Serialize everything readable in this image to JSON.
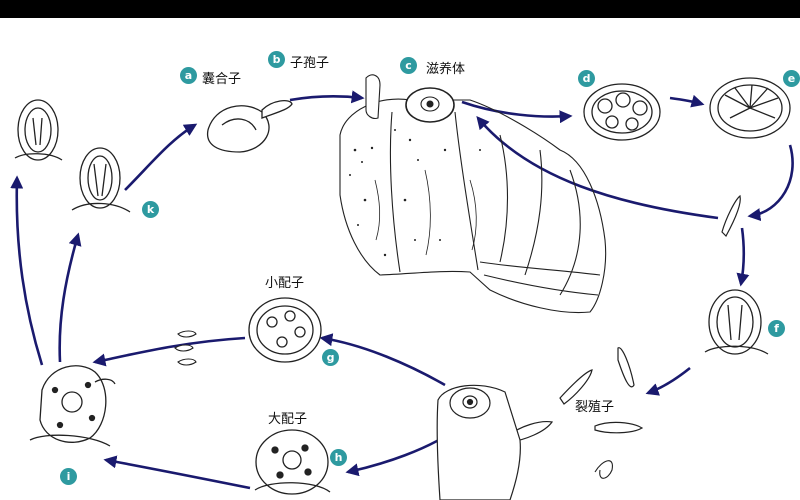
{
  "colors": {
    "arrow": "#1a1a6e",
    "badge": "#2e9aa0",
    "ink": "#222222"
  },
  "stages": [
    {
      "letter": "a",
      "label": "囊合子"
    },
    {
      "letter": "b",
      "label": "子孢子"
    },
    {
      "letter": "c",
      "label": "滋养体"
    },
    {
      "letter": "d",
      "label": ""
    },
    {
      "letter": "e",
      "label": ""
    },
    {
      "letter": "f",
      "label": ""
    },
    {
      "letter": "g",
      "label": ""
    },
    {
      "letter": "h",
      "label": ""
    },
    {
      "letter": "i",
      "label": ""
    },
    {
      "letter": "k",
      "label": ""
    }
  ],
  "labels": {
    "microgamete": "小配子",
    "macrogamete": "大配子",
    "merozoite": "裂殖子"
  }
}
